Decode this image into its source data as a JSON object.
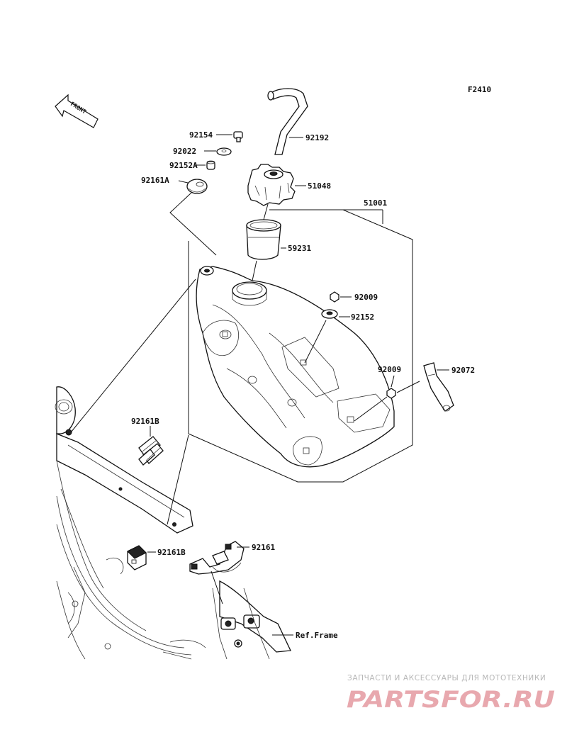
{
  "figure_code": "F2410",
  "front_label": "FRONT",
  "parts": [
    {
      "id": "p92154",
      "number": "92154"
    },
    {
      "id": "p92022",
      "number": "92022"
    },
    {
      "id": "p92152A",
      "number": "92152A"
    },
    {
      "id": "p92161A",
      "number": "92161A"
    },
    {
      "id": "p92192",
      "number": "92192"
    },
    {
      "id": "p51048",
      "number": "51048"
    },
    {
      "id": "p51001",
      "number": "51001"
    },
    {
      "id": "p59231",
      "number": "59231"
    },
    {
      "id": "p92009a",
      "number": "92009"
    },
    {
      "id": "p92152",
      "number": "92152"
    },
    {
      "id": "p92009b",
      "number": "92009"
    },
    {
      "id": "p92072",
      "number": "92072"
    },
    {
      "id": "p92161B_top",
      "number": "92161B"
    },
    {
      "id": "p92161B_bot",
      "number": "92161B"
    },
    {
      "id": "p92161",
      "number": "92161"
    }
  ],
  "ref_frame": "Ref.Frame",
  "watermark": {
    "tagline": "ЗАПЧАСТИ И АКСЕССУАРЫ ДЛЯ МОТОТЕХНИКИ",
    "logo": "PARTSFOR.RU",
    "logo_color": "#e8a8ae"
  }
}
